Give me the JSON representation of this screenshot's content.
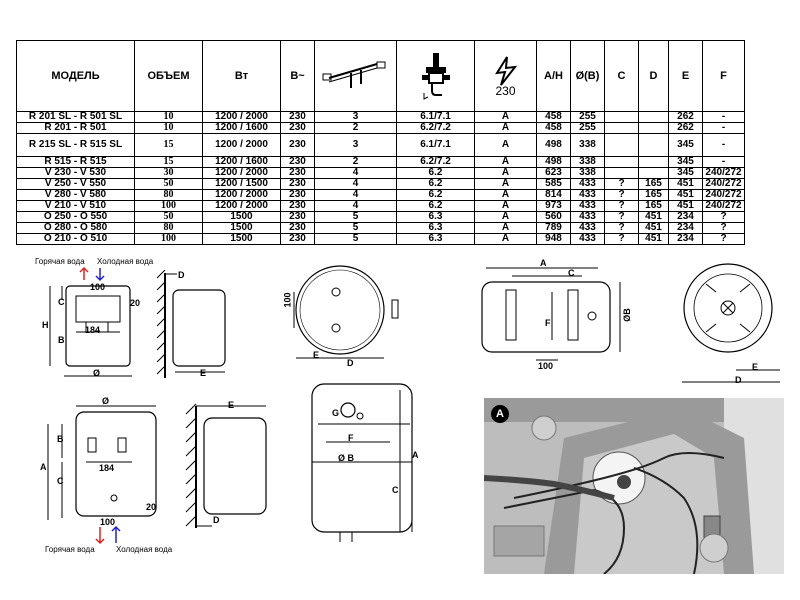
{
  "table": {
    "headers": [
      "МОДЕЛЬ",
      "ОБЪЕМ",
      "Вт",
      "В~",
      "",
      "",
      "230",
      "A/H",
      "Ø(B)",
      "C",
      "D",
      "E",
      "F"
    ],
    "rows": [
      [
        "R 201 SL - R 501 SL",
        "10",
        "1200 / 2000",
        "230",
        "3",
        "6.1/7.1",
        "A",
        "458",
        "255",
        "",
        "",
        "262",
        "-"
      ],
      [
        "R 201 - R 501",
        "10",
        "1200 / 1600",
        "230",
        "2",
        "6.2/7.2",
        "A",
        "458",
        "255",
        "",
        "",
        "262",
        "-"
      ],
      [
        "R 215 SL - R 515 SL",
        "15",
        "1200 / 2000",
        "230",
        "3",
        "6.1/7.1",
        "A",
        "498",
        "338",
        "",
        "",
        "345",
        "-"
      ],
      [
        "R 515 - R 515",
        "15",
        "1200 / 1600",
        "230",
        "2",
        "6.2/7.2",
        "A",
        "498",
        "338",
        "",
        "",
        "345",
        "-"
      ],
      [
        "V 230 - V 530",
        "30",
        "1200 / 2000",
        "230",
        "4",
        "6.2",
        "A",
        "623",
        "338",
        "",
        "",
        "345",
        "240/272"
      ],
      [
        "V 250 - V 550",
        "50",
        "1200 / 1500",
        "230",
        "4",
        "6.2",
        "A",
        "585",
        "433",
        "?",
        "165",
        "451",
        "240/272"
      ],
      [
        "V 280 - V 580",
        "80",
        "1200 / 2000",
        "230",
        "4",
        "6.2",
        "A",
        "814",
        "433",
        "?",
        "165",
        "451",
        "240/272"
      ],
      [
        "V 210 - V 510",
        "100",
        "1200 / 2000",
        "230",
        "4",
        "6.2",
        "A",
        "973",
        "433",
        "?",
        "165",
        "451",
        "240/272"
      ],
      [
        "O 250 - O 550",
        "50",
        "1500",
        "230",
        "5",
        "6.3",
        "A",
        "560",
        "433",
        "?",
        "451",
        "234",
        "?"
      ],
      [
        "O 280 - O 580",
        "80",
        "1500",
        "230",
        "5",
        "6.3",
        "A",
        "789",
        "433",
        "?",
        "451",
        "234",
        "?"
      ],
      [
        "O 210 - O 510",
        "100",
        "1500",
        "230",
        "5",
        "6.3",
        "A",
        "948",
        "433",
        "?",
        "451",
        "234",
        "?"
      ]
    ]
  },
  "diagrams": {
    "hot_water": "Горячая вода",
    "cold_water": "Холодная вода",
    "dims": {
      "d100": "100",
      "d20": "20",
      "d184": "184",
      "C": "C",
      "H": "H",
      "B": "B",
      "O": "Ø",
      "D": "D",
      "E": "E",
      "A": "A",
      "F": "F",
      "OB": "Ø B",
      "Ob_small": "ØB",
      "G": "G"
    },
    "photo_badge": "A"
  }
}
